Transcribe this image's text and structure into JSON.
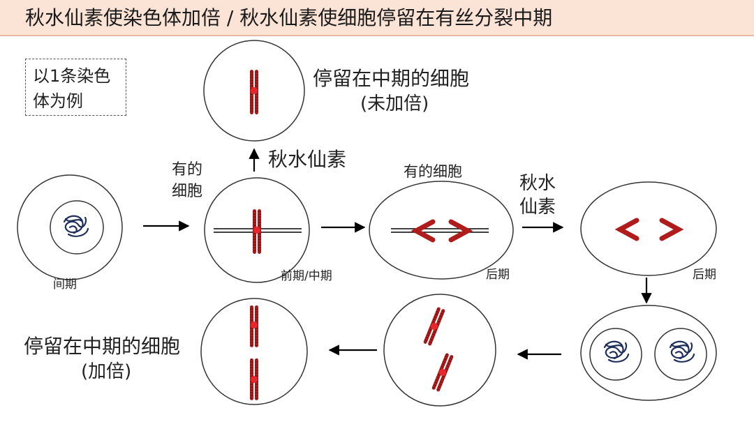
{
  "header": {
    "title": "秋水仙素使染色体加倍 / 秋水仙素使细胞停留在有丝分裂中期"
  },
  "note": {
    "text": "以1条染色体为例"
  },
  "labels": {
    "interphase": "间期",
    "prometa_meta": "前期/中期",
    "anaphase_1": "后期",
    "anaphase_2": "后期",
    "some_cells_1": "有的\n细胞",
    "some_cells_2": "有的细胞",
    "colchicine_up": "秋水仙素",
    "colchicine_right": "秋水\n仙素",
    "arrested_top_line1": "停留在中期的细胞",
    "arrested_top_line2": "(未加倍)",
    "arrested_bottom_line1": "停留在中期的细胞",
    "arrested_bottom_line2": "(加倍)"
  },
  "colors": {
    "title_bg": "#fbe3d6",
    "chromosome": "#b01c1c",
    "centromere": "#e8262d",
    "chromatin": "#1f2f5c",
    "outline": "#333333",
    "arrow": "#000000"
  },
  "icons": {
    "chromatin": "tangled-chromatin-icon",
    "chromosome": "chromosome-icon",
    "arrow": "arrow-icon"
  }
}
